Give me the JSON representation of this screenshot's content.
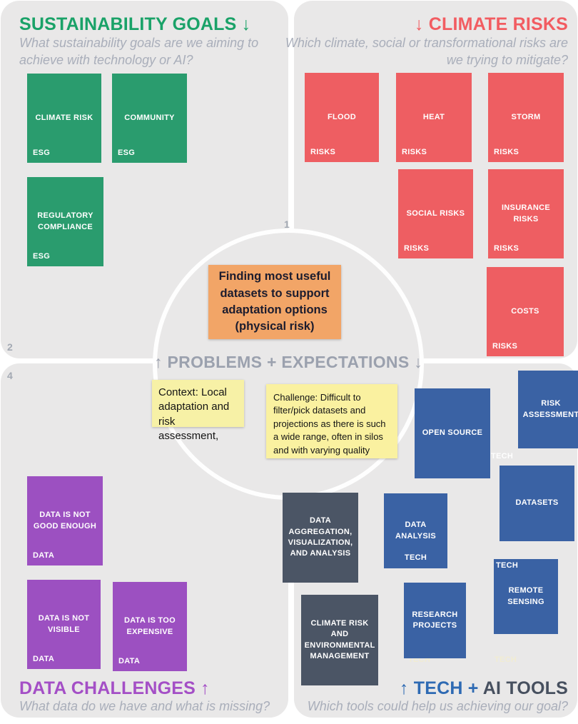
{
  "board": {
    "center_title": "↑ PROBLEMS + EXPECTATIONS ↓",
    "markers": {
      "one": "1",
      "two": "2",
      "four": "4"
    },
    "notes": {
      "goal": "Finding most useful datasets to support adaptation options (physical risk)",
      "context": "Context: Local adaptation and risk assessment,",
      "challenge": "Challenge: Difficult to filter/pick datasets and projections as there is such a wide range, often in silos and with varying quality"
    },
    "colors": {
      "panel": "#e9e8e8",
      "green": "#2a9c6e",
      "red": "#ee5e62",
      "purple": "#9c50c1",
      "blue": "#3a62a4",
      "dark_slate": "#4b5565",
      "orange_note": "#f2a567",
      "yellow_note": "#faf1a0",
      "gray_text": "#a9aeba"
    }
  },
  "quadrants": {
    "goals": {
      "title": "SUSTAINABILITY GOALS ↓",
      "subtitle": "What sustainability goals are we aiming to achieve with technology or AI?",
      "cards": [
        {
          "label": "CLIMATE RISK",
          "tag": "ESG"
        },
        {
          "label": "COMMUNITY",
          "tag": "ESG"
        },
        {
          "label": "REGULATORY COMPLIANCE",
          "tag": "ESG"
        }
      ]
    },
    "risks": {
      "title": "↓ CLIMATE RISKS",
      "subtitle": "Which climate, social or transformational risks are we trying to mitigate?",
      "cards": [
        {
          "label": "FLOOD",
          "tag": "RISKS"
        },
        {
          "label": "HEAT",
          "tag": "RISKS"
        },
        {
          "label": "STORM",
          "tag": "RISKS"
        },
        {
          "label": "SOCIAL RISKS",
          "tag": "RISKS"
        },
        {
          "label": "INSURANCE RISKS",
          "tag": "RISKS"
        },
        {
          "label": "COSTS",
          "tag": "RISKS"
        }
      ]
    },
    "data": {
      "title": "DATA CHALLENGES ↑",
      "subtitle": "What data do we have and what is missing?",
      "cards": [
        {
          "label": "DATA IS NOT GOOD ENOUGH",
          "tag": "DATA"
        },
        {
          "label": "DATA IS NOT VISIBLE",
          "tag": "DATA"
        },
        {
          "label": "DATA IS TOO EXPENSIVE",
          "tag": "DATA"
        }
      ]
    },
    "tech": {
      "title_accent": "↑ TECH +",
      "title_rest": " AI TOOLS",
      "subtitle": "Which tools could help us achieving our goal?",
      "cards": [
        {
          "label": "OPEN SOURCE"
        },
        {
          "label": "RISK ASSESSMENT"
        },
        {
          "label": "DATASETS"
        },
        {
          "label": "DATA ANALYSIS",
          "tag": "TECH"
        },
        {
          "label": "REMOTE SENSING",
          "tag": "TECH"
        },
        {
          "label": "RESEARCH PROJECTS"
        },
        {
          "label": "DATA AGGREGATION, VISUALIZATION, AND ANALYSIS"
        },
        {
          "label": "CLIMATE RISK AND ENVIRONMENTAL MANAGEMENT"
        }
      ],
      "floating_tags": [
        "TECH",
        "TECH",
        "TECH"
      ]
    }
  }
}
